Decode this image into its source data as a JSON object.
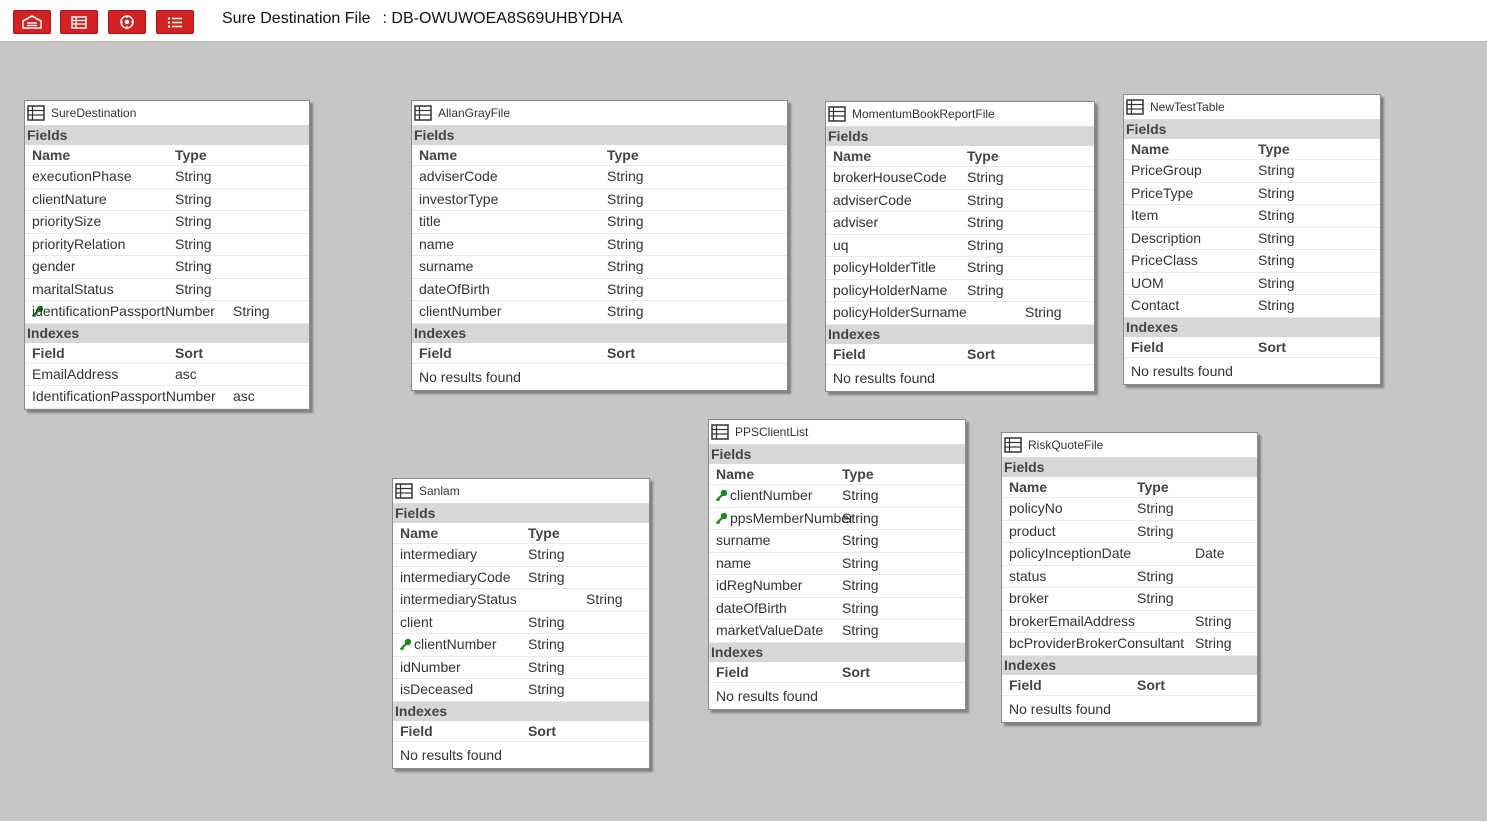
{
  "header": {
    "title": "Sure Destination File",
    "file_id": ": DB-OWUWOEA8S69UHBYDHA"
  },
  "toolbar": {
    "buttons": [
      {
        "icon": "storage-icon"
      },
      {
        "icon": "table-icon"
      },
      {
        "icon": "settings-icon"
      },
      {
        "icon": "list-icon"
      }
    ]
  },
  "labels": {
    "fields": "Fields",
    "indexes": "Indexes",
    "name": "Name",
    "type": "Type",
    "field": "Field",
    "sort": "Sort",
    "empty": "No results found"
  },
  "tables": [
    {
      "name": "SureDestination",
      "fields": [
        {
          "name": "executionPhase",
          "type": "String"
        },
        {
          "name": "clientNature",
          "type": "String"
        },
        {
          "name": "prioritySize",
          "type": "String"
        },
        {
          "name": "priorityRelation",
          "type": "String"
        },
        {
          "name": "gender",
          "type": "String"
        },
        {
          "name": "maritalStatus",
          "type": "String"
        },
        {
          "name": "identificationPassportNumber",
          "type": "String",
          "key": true
        }
      ],
      "indexes": [
        {
          "field": "EmailAddress",
          "sort": "asc"
        },
        {
          "field": "IdentificationPassportNumber",
          "sort": "asc"
        }
      ]
    },
    {
      "name": "AllanGrayFile",
      "fields": [
        {
          "name": "adviserCode",
          "type": "String"
        },
        {
          "name": "investorType",
          "type": "String"
        },
        {
          "name": "title",
          "type": "String"
        },
        {
          "name": "name",
          "type": "String"
        },
        {
          "name": "surname",
          "type": "String"
        },
        {
          "name": "dateOfBirth",
          "type": "String"
        },
        {
          "name": "clientNumber",
          "type": "String"
        }
      ],
      "indexes": []
    },
    {
      "name": "MomentumBookReportFile",
      "fields": [
        {
          "name": "brokerHouseCode",
          "type": "String"
        },
        {
          "name": "adviserCode",
          "type": "String"
        },
        {
          "name": "adviser",
          "type": "String"
        },
        {
          "name": "uq",
          "type": "String"
        },
        {
          "name": "policyHolderTitle",
          "type": "String"
        },
        {
          "name": "policyHolderName",
          "type": "String"
        },
        {
          "name": "policyHolderSurname",
          "type": "String"
        }
      ],
      "indexes": []
    },
    {
      "name": "NewTestTable",
      "fields": [
        {
          "name": "PriceGroup",
          "type": "String"
        },
        {
          "name": "PriceType",
          "type": "String"
        },
        {
          "name": "Item",
          "type": "String"
        },
        {
          "name": "Description",
          "type": "String"
        },
        {
          "name": "PriceClass",
          "type": "String"
        },
        {
          "name": "UOM",
          "type": "String"
        },
        {
          "name": "Contact",
          "type": "String"
        }
      ],
      "indexes": []
    },
    {
      "name": "PPSClientList",
      "fields": [
        {
          "name": "clientNumber",
          "type": "String",
          "key": true
        },
        {
          "name": "ppsMemberNumber",
          "type": "String",
          "key": true
        },
        {
          "name": "surname",
          "type": "String"
        },
        {
          "name": "name",
          "type": "String"
        },
        {
          "name": "idRegNumber",
          "type": "String"
        },
        {
          "name": "dateOfBirth",
          "type": "String"
        },
        {
          "name": "marketValueDate",
          "type": "String"
        }
      ],
      "indexes": []
    },
    {
      "name": "RiskQuoteFile",
      "fields": [
        {
          "name": "policyNo",
          "type": "String"
        },
        {
          "name": "product",
          "type": "String"
        },
        {
          "name": "policyInceptionDate",
          "type": "Date"
        },
        {
          "name": "status",
          "type": "String"
        },
        {
          "name": "broker",
          "type": "String"
        },
        {
          "name": "brokerEmailAddress",
          "type": "String"
        },
        {
          "name": "bcProviderBrokerConsultant",
          "type": "String"
        }
      ],
      "indexes": []
    },
    {
      "name": "Sanlam",
      "fields": [
        {
          "name": "intermediary",
          "type": "String"
        },
        {
          "name": "intermediaryCode",
          "type": "String"
        },
        {
          "name": "intermediaryStatus",
          "type": "String"
        },
        {
          "name": "client",
          "type": "String"
        },
        {
          "name": "clientNumber",
          "type": "String",
          "key": true
        },
        {
          "name": "idNumber",
          "type": "String"
        },
        {
          "name": "isDeceased",
          "type": "String"
        }
      ],
      "indexes": []
    }
  ]
}
